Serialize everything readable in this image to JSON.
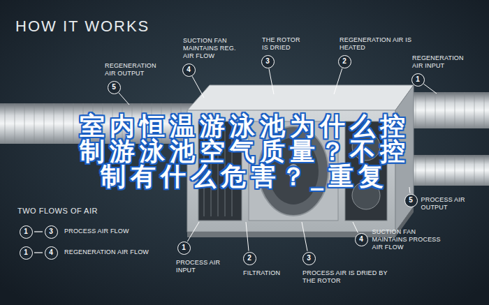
{
  "diagram": {
    "title": "HOW IT WORKS",
    "nodes": [
      {
        "text": [
          "5",
          "REGENERATION AIR OUTPUT"
        ]
      },
      {
        "text": [
          "4",
          "SUCTION FAN MAINTAINS REG. AIR FLOW"
        ]
      },
      {
        "text": [
          "3",
          "THE ROTOR IS DRIED"
        ]
      },
      {
        "text": [
          "2",
          "REGENERATION AIR IS HEATED"
        ]
      },
      {
        "text": [
          "1",
          "REGENERATION AIR INPUT"
        ]
      },
      {
        "text": [
          "5",
          "PROCESS AIR OUTPUT"
        ]
      },
      {
        "text": [
          "4",
          "SUCTION FAN MAINTAINS PROCESS AIR FLOW"
        ]
      },
      {
        "text": [
          "1",
          "PROCESS AIR INPUT"
        ]
      },
      {
        "text": [
          "2",
          "FILTRATION"
        ]
      },
      {
        "text": [
          "3",
          "PROCESS AIR IS DRIED BY THE ROTOR"
        ]
      }
    ],
    "labels": [
      "室内恒温游泳池为什么控制游泳池空气质量？不控制有什么危害？_重复",
      "TWO FLOWS OF AIR",
      "1",
      "3",
      "1",
      "4"
    ],
    "legend": [
      {
        "text": "PROCESS AIR FLOW"
      },
      {
        "text": "REGENERATION AIR FLOW"
      }
    ]
  }
}
